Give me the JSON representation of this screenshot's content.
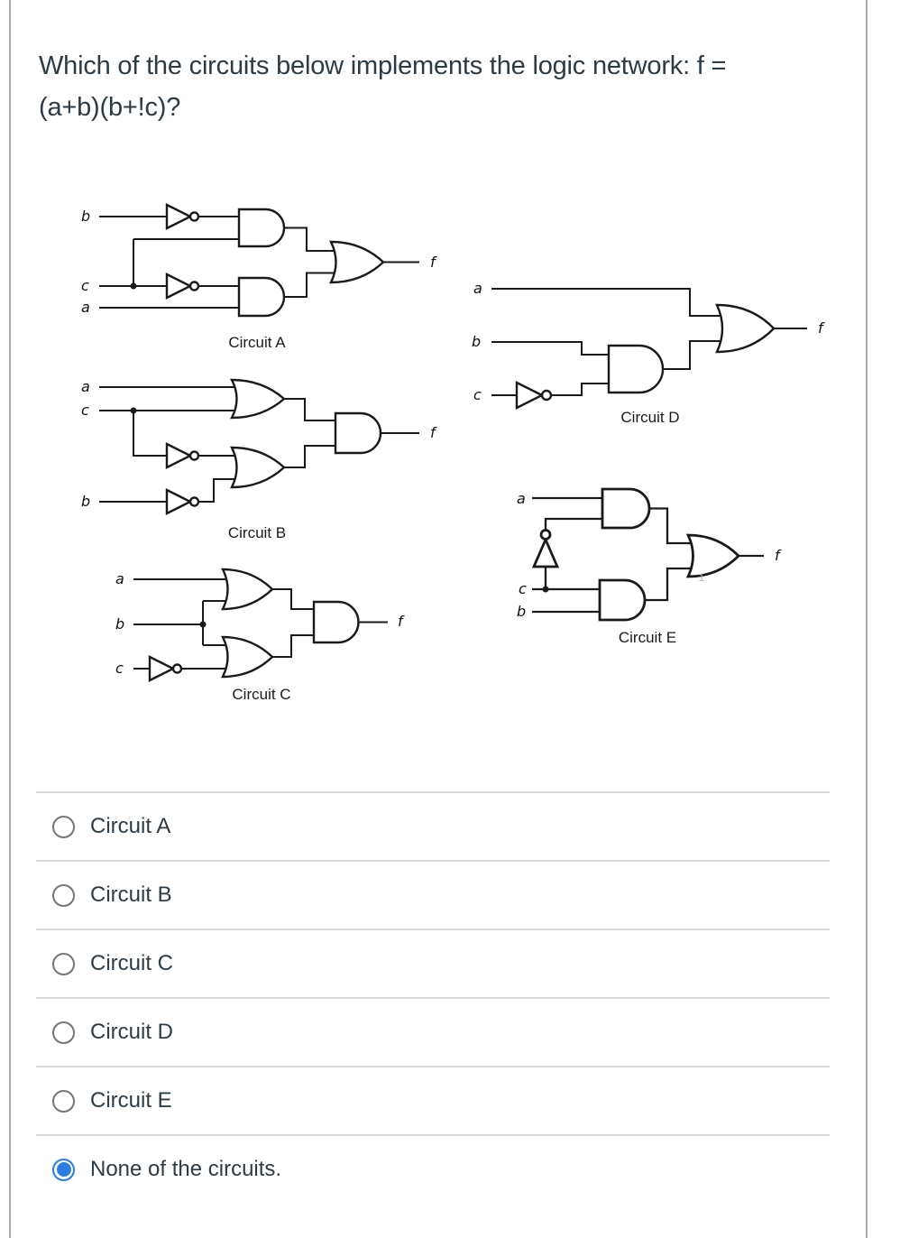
{
  "question": {
    "lines": [
      "Which of the circuits below implements the logic network: f =",
      "(a+b)(b+!c)?"
    ]
  },
  "circuits": [
    {
      "caption": "Circuit A",
      "labels": {
        "in1": "b",
        "in2": "c",
        "in3": "a",
        "out": "f"
      }
    },
    {
      "caption": "Circuit B",
      "labels": {
        "in1": "a",
        "in2": "c",
        "in3": "b",
        "out": "f"
      }
    },
    {
      "caption": "Circuit C",
      "labels": {
        "in1": "a",
        "in2": "b",
        "in3": "c",
        "out": "f"
      }
    },
    {
      "caption": "Circuit D",
      "labels": {
        "in1": "a",
        "in2": "b",
        "in3": "c",
        "out": "f"
      }
    },
    {
      "caption": "Circuit E",
      "labels": {
        "in1": "a",
        "in2": "c",
        "in3": "b",
        "out": "f"
      },
      "annotation": "1"
    }
  ],
  "options": [
    {
      "label": "Circuit A",
      "selected": false
    },
    {
      "label": "Circuit B",
      "selected": false
    },
    {
      "label": "Circuit C",
      "selected": false
    },
    {
      "label": "Circuit D",
      "selected": false
    },
    {
      "label": "Circuit E",
      "selected": false
    },
    {
      "label": "None of the circuits.",
      "selected": true
    }
  ],
  "colors": {
    "accent": "#2b7de2",
    "question_text": "#2d3b45",
    "option_text": "#2d3b45",
    "diagram": "#1a1a1a",
    "separator": "#d9d9d9",
    "panel_border": "#a9a9a9",
    "radio_border": "#757575"
  }
}
